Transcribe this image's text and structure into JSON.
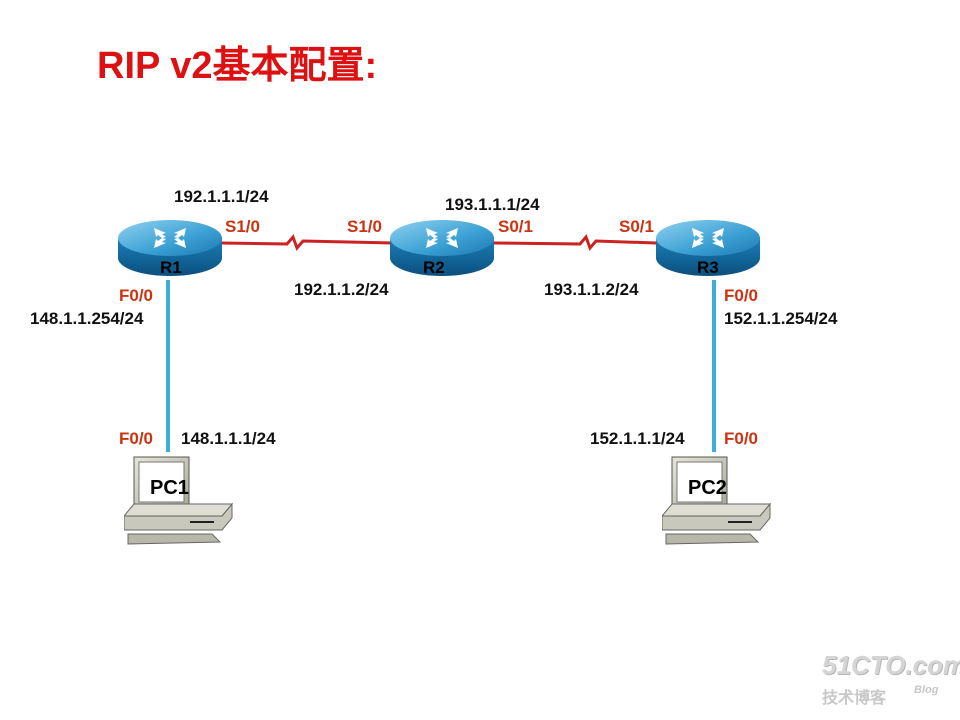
{
  "title": "RIP v2基本配置:",
  "routers": [
    {
      "name": "R1"
    },
    {
      "name": "R2"
    },
    {
      "name": "R3"
    }
  ],
  "pcs": [
    {
      "name": "PC1"
    },
    {
      "name": "PC2"
    }
  ],
  "labels": {
    "r1_s10_ip": "192.1.1.1/24",
    "r1_s10_port": "S1/0",
    "r2_s10_port": "S1/0",
    "r2_s10_ip": "192.1.1.2/24",
    "r2_s01_ip": "193.1.1.1/24",
    "r2_s01_port": "S0/1",
    "r3_s01_port": "S0/1",
    "r3_s01_ip": "193.1.1.2/24",
    "r1_f00_port": "F0/0",
    "r1_f00_ip": "148.1.1.254/24",
    "r3_f00_port": "F0/0",
    "r3_f00_ip": "152.1.1.254/24",
    "pc1_f00_port": "F0/0",
    "pc1_ip": "148.1.1.1/24",
    "pc2_ip": "152.1.1.1/24",
    "pc2_f00_port": "F0/0"
  },
  "watermark": {
    "main": "51CTO.com",
    "sub": "技术博客",
    "blog": "Blog"
  },
  "colors": {
    "title": "#dd1111",
    "port_label": "#cc3311",
    "serial_link": "#cc2222",
    "ethernet_link": "#3ab0d8",
    "router_body": "#1a7fb8"
  }
}
